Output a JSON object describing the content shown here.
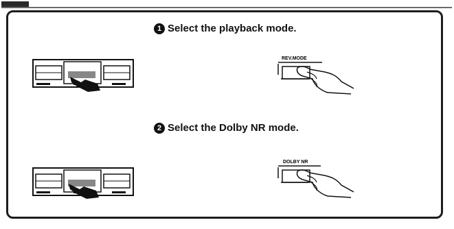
{
  "steps": [
    {
      "number": "1",
      "text": "Select the playback mode.",
      "button_label": "REV.MODE"
    },
    {
      "number": "2",
      "text": "Select the Dolby NR mode.",
      "button_label": "DOLBY NR"
    }
  ],
  "icons": [
    "cassette-deck-icon",
    "pointing-hand-icon",
    "button-hand-icon"
  ]
}
